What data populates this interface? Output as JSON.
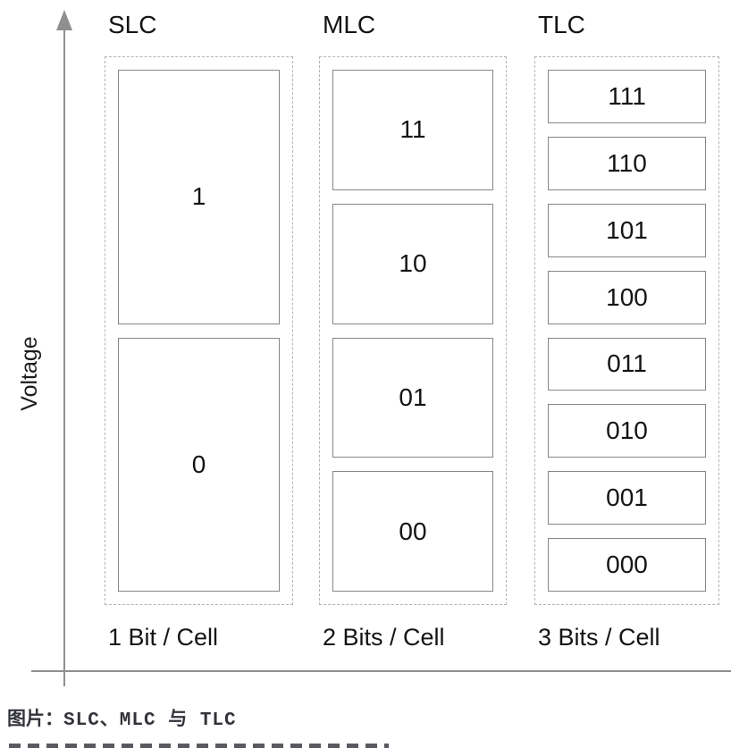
{
  "axis": {
    "y_label": "Voltage"
  },
  "columns": [
    {
      "title": "SLC",
      "caption": "1 Bit / Cell",
      "levels": [
        "1",
        "0"
      ]
    },
    {
      "title": "MLC",
      "caption": "2 Bits / Cell",
      "levels": [
        "11",
        "10",
        "01",
        "00"
      ]
    },
    {
      "title": "TLC",
      "caption": "3 Bits / Cell",
      "levels": [
        "111",
        "110",
        "101",
        "100",
        "011",
        "010",
        "001",
        "000"
      ]
    }
  ],
  "footer": {
    "prefix": "图片：",
    "title": "SLC、MLC 与 TLC"
  },
  "colors": {
    "axis": "#8f8f8f",
    "box_border": "#868686",
    "dashed_border": "#b4b4b4",
    "label_text": "#141414",
    "footer_text": "#32333a"
  }
}
